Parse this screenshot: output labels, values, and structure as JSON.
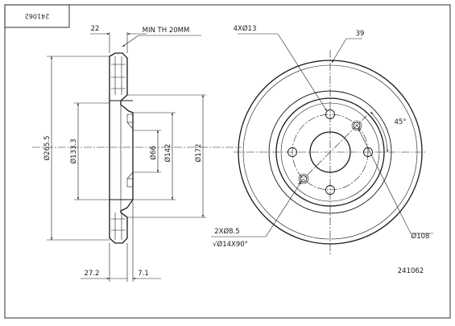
{
  "part_number_stamp": "241062",
  "part_number": "241062",
  "side_view": {
    "thickness_top": "22",
    "min_thickness": "MIN TH 20MM",
    "diameter_outer": "Ø265.5",
    "diameter_hat": "Ø133.3",
    "diameter_bore": "Ø66",
    "diameter_hub": "Ø142",
    "diameter_friction": "Ø172",
    "height_total": "27.2",
    "hat_thickness": "7.1"
  },
  "front_view": {
    "bolt_holes": "4XØ13",
    "label_39": "39",
    "angle": "45°",
    "pcd": "Ø108",
    "aux_holes": "2XØ8.5",
    "countersink": "√Ø14X90°"
  }
}
